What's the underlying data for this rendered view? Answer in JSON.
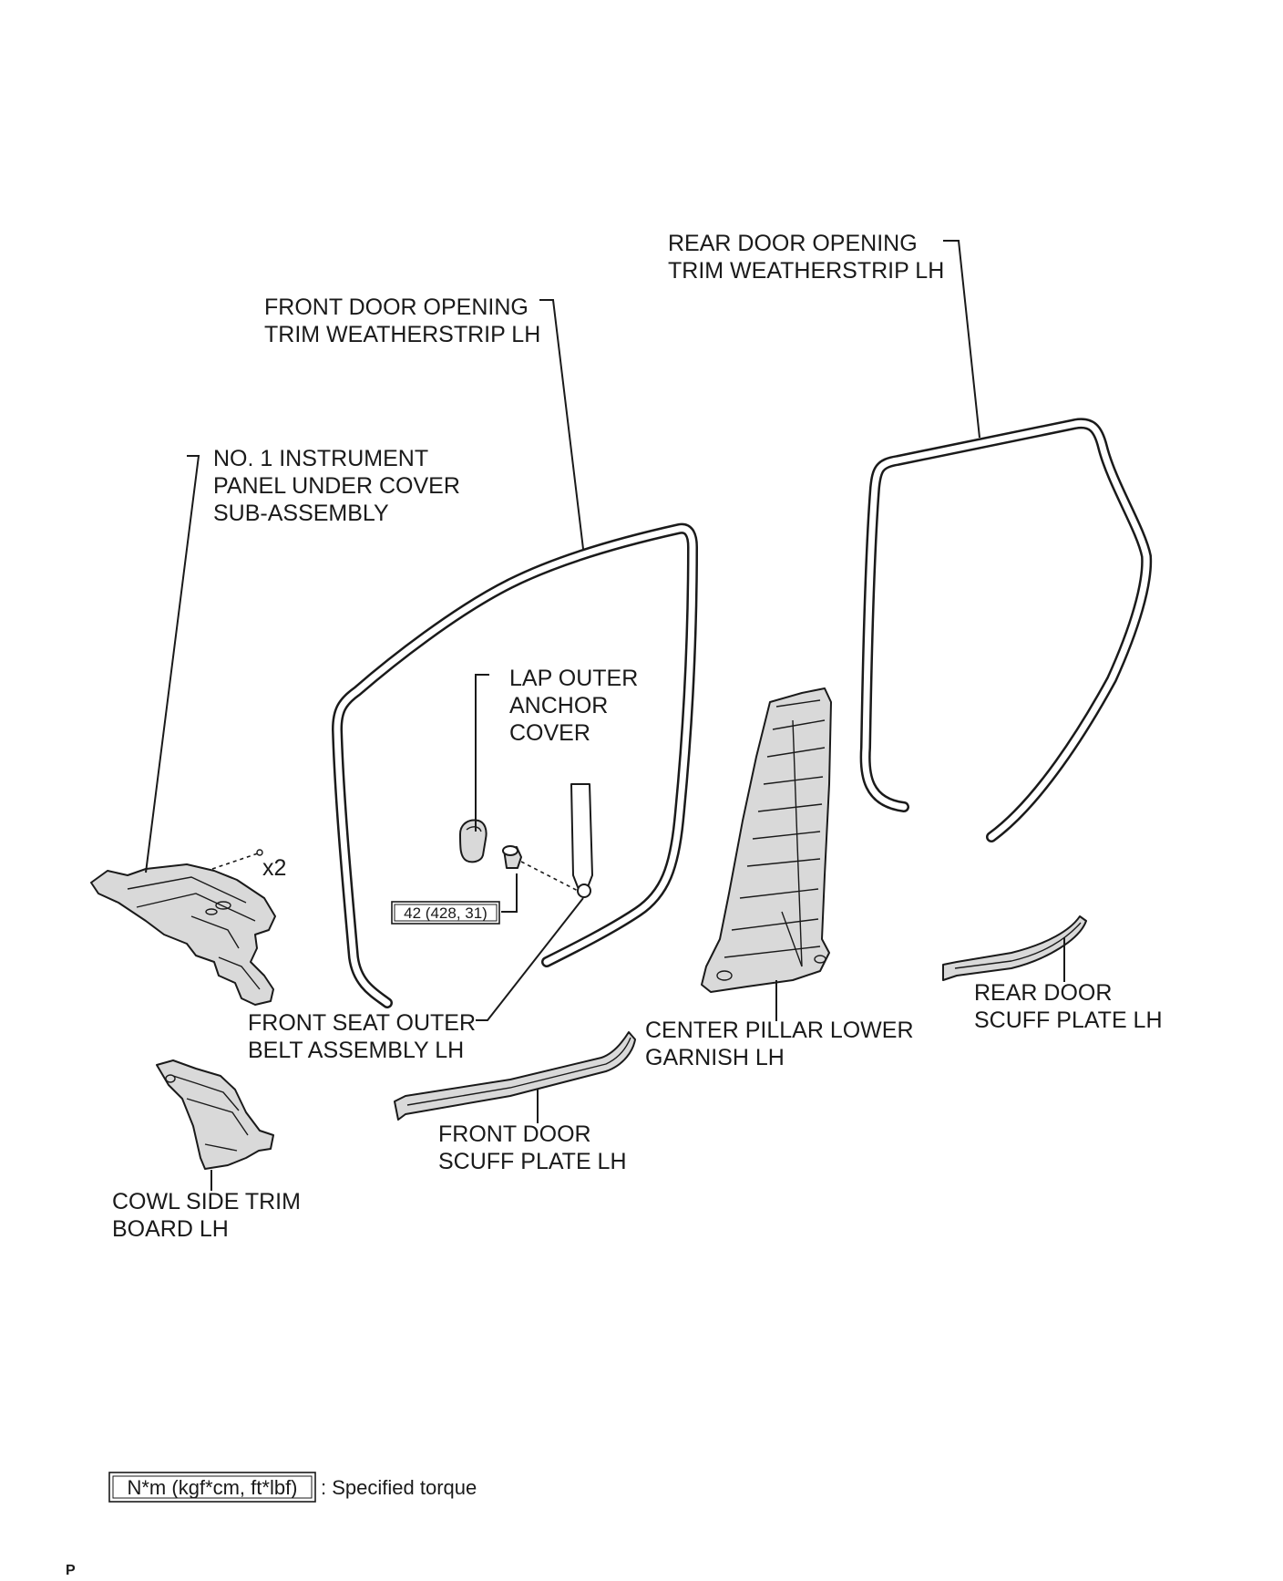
{
  "labels": {
    "rear_weatherstrip": [
      "REAR DOOR OPENING",
      "TRIM WEATHERSTRIP LH"
    ],
    "front_weatherstrip": [
      "FRONT DOOR OPENING",
      "TRIM WEATHERSTRIP LH"
    ],
    "under_cover": [
      "NO. 1 INSTRUMENT",
      "PANEL UNDER COVER",
      "SUB-ASSEMBLY"
    ],
    "lap_cover": [
      "LAP OUTER",
      "ANCHOR",
      "COVER"
    ],
    "seat_belt": [
      "FRONT SEAT OUTER",
      "BELT ASSEMBLY LH"
    ],
    "center_pillar": [
      "CENTER PILLAR LOWER",
      "GARNISH LH"
    ],
    "rear_scuff": [
      "REAR DOOR",
      "SCUFF PLATE LH"
    ],
    "front_scuff": [
      "FRONT DOOR",
      "SCUFF PLATE LH"
    ],
    "cowl": [
      "COWL SIDE TRIM",
      "BOARD LH"
    ],
    "clip_qty": "x2"
  },
  "torque": "42 (428, 31)",
  "legend": {
    "box": "N*m (kgf*cm, ft*lbf)",
    "text": ": Specified torque"
  },
  "page_code": "P"
}
